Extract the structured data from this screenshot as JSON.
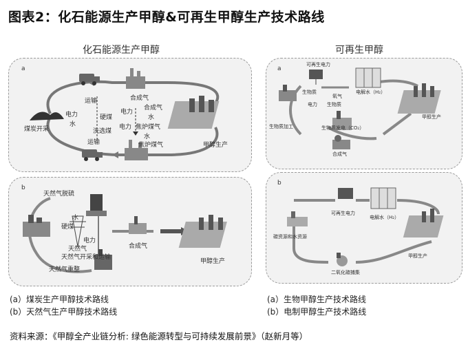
{
  "title": "图表2：化石能源生产甲醇&可再生甲醇生产技术路线",
  "sections": {
    "left_title": "化石能源生产甲醇",
    "right_title": "可再生甲醇"
  },
  "panels": {
    "la": {
      "tag": "a",
      "labels": {
        "coal_mining": "煤炭开采",
        "transport_top": "运输",
        "transport_bottom": "运输",
        "hard_coal": "硬煤",
        "washed_coal": "洗选煤",
        "power_left": "电力",
        "water_left": "水",
        "power_mid": "电力",
        "power_mid2": "电力",
        "syngas": "合成气",
        "syngas2": "合成气",
        "water_mid": "水",
        "coke_gas": "焦炉煤气",
        "water_mid2": "水",
        "coke_gas2": "焦炉煤气",
        "methanol": "甲醇生产"
      }
    },
    "lb": {
      "tag": "b",
      "labels": {
        "ng_desulf": "天然气脱硫",
        "hard_coal": "硬煤",
        "water": "水",
        "power": "电力",
        "natural_gas": "天然气",
        "ng_transport": "天然气开采和运输",
        "ng_reforming": "天然气重整",
        "syngas": "合成气",
        "methanol": "甲醇生产"
      }
    },
    "ra": {
      "tag": "a",
      "labels": {
        "renewable_power": "可再生电力",
        "electrolysis": "电解水（H₂）",
        "biomass": "生物质",
        "power": "电力",
        "oxygen": "氧气",
        "biomass_vertical": "生物质",
        "processing": "生物质加工",
        "bio_power": "生物质发电（CO₂）",
        "syngas": "合成气",
        "methanol": "甲醇生产"
      }
    },
    "rb": {
      "tag": "b",
      "labels": {
        "renewable_power": "可再生电力",
        "electrolysis": "电解水（H₂）",
        "water_resources": "碳资源和水资源",
        "methanol": "甲醇生产",
        "co2_capture": "二氧化碳捕集"
      }
    }
  },
  "captions": {
    "left_a": "(a）煤炭生产甲醇技术路线",
    "left_b": "(b）天然气生产甲醇技术路线",
    "right_a": "(a）生物甲醇生产技术路线",
    "right_b": "(b）电制甲醇生产技术路线"
  },
  "source": "资料来源：《甲醇全产业链分析: 绿色能源转型与可持续发展前景》（赵新月等）"
}
